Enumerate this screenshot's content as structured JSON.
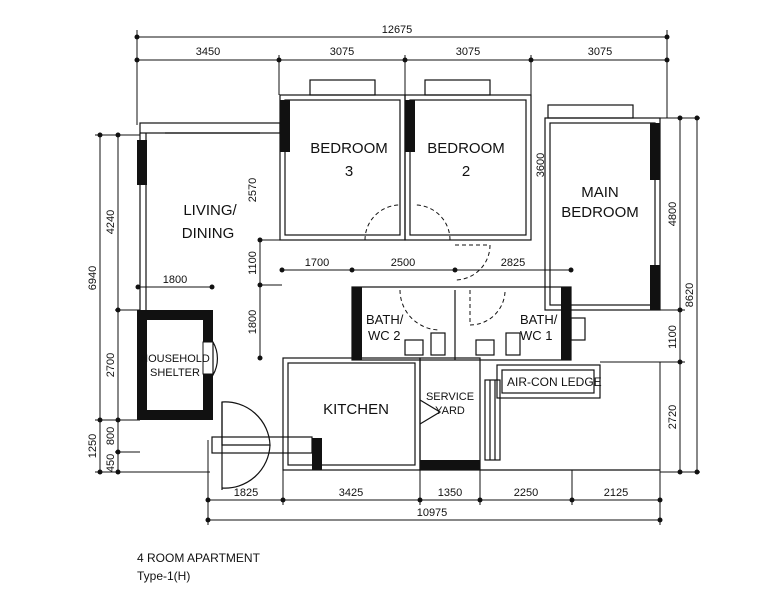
{
  "plan": {
    "title": "4 ROOM APARTMENT",
    "subtitle": "Type-1(H)"
  },
  "rooms": {
    "living": [
      "LIVING/",
      "DINING"
    ],
    "bedroom3": [
      "BEDROOM",
      "3"
    ],
    "bedroom2": [
      "BEDROOM",
      "2"
    ],
    "main_bedroom": [
      "MAIN",
      "BEDROOM"
    ],
    "shelter": [
      "HOUSEHOLD",
      "SHELTER"
    ],
    "kitchen": "KITCHEN",
    "service_yard": [
      "SERVICE",
      "YARD"
    ],
    "bath2": [
      "BATH/",
      "WC 2"
    ],
    "bath1": [
      "BATH/",
      "WC 1"
    ],
    "aircon": "AIR-CON LEDGE"
  },
  "dimensions": {
    "top_total": "12675",
    "top": [
      "3450",
      "3075",
      "3075",
      "3075"
    ],
    "left_total": "6940",
    "left": [
      "4240",
      "2700",
      "800",
      "450"
    ],
    "left_bottom_total": "1250",
    "living_width": "1800",
    "inner_left": [
      "2570",
      "1100",
      "1800"
    ],
    "bath_row": [
      "1700",
      "2500",
      "2825"
    ],
    "bedroom_depth": "3600",
    "right": [
      "4800",
      "1100",
      "2720"
    ],
    "right_total": "8620",
    "bottom": [
      "1825",
      "3425",
      "1350",
      "2250",
      "2125"
    ],
    "bottom_total": "10975"
  }
}
